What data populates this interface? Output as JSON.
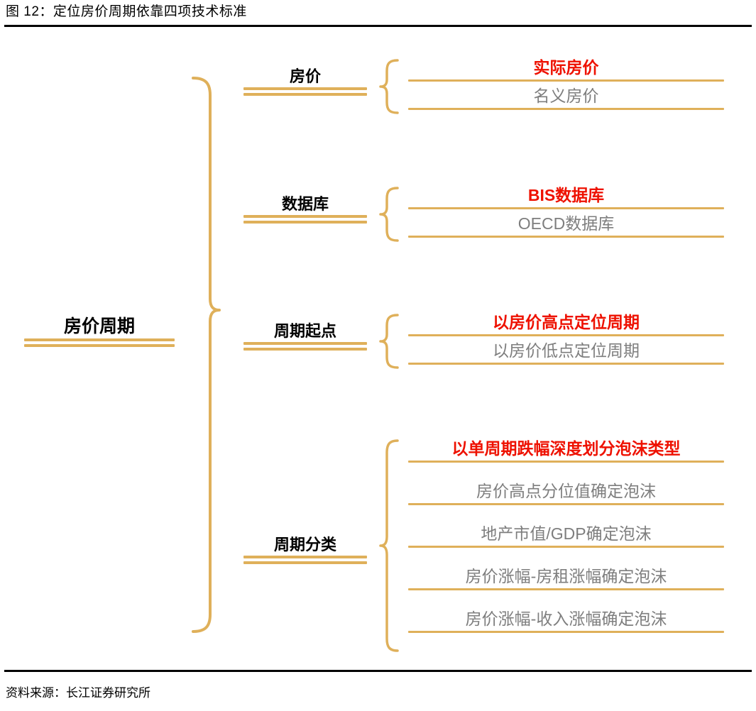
{
  "header": {
    "title": "图 12：定位房价周期依靠四项技术标准"
  },
  "footer": {
    "source": "资料来源：长江证券研究所"
  },
  "colors": {
    "gold_line": "#DFB05A",
    "highlight_text": "#EE1100",
    "normal_text": "#7E7E7E",
    "node_text": "#000000",
    "rule": "#000000"
  },
  "diagram": {
    "type": "tree",
    "root": {
      "label": "房价周期"
    },
    "branches": [
      {
        "label": "房价",
        "leaves": [
          {
            "text": "实际房价",
            "style": "highlight"
          },
          {
            "text": "名义房价",
            "style": "normal"
          }
        ]
      },
      {
        "label": "数据库",
        "leaves": [
          {
            "text": "BIS数据库",
            "style": "highlight"
          },
          {
            "text": "OECD数据库",
            "style": "normal"
          }
        ]
      },
      {
        "label": "周期起点",
        "leaves": [
          {
            "text": "以房价高点定位周期",
            "style": "highlight"
          },
          {
            "text": "以房价低点定位周期",
            "style": "normal"
          }
        ]
      },
      {
        "label": "周期分类",
        "leaves": [
          {
            "text": "以单周期跌幅深度划分泡沫类型",
            "style": "highlight"
          },
          {
            "text": "房价高点分位值确定泡沫",
            "style": "normal"
          },
          {
            "text": "地产市值/GDP确定泡沫",
            "style": "normal"
          },
          {
            "text": "房价涨幅-房租涨幅确定泡沫",
            "style": "normal"
          },
          {
            "text": "房价涨幅-收入涨幅确定泡沫",
            "style": "normal"
          }
        ]
      }
    ]
  }
}
